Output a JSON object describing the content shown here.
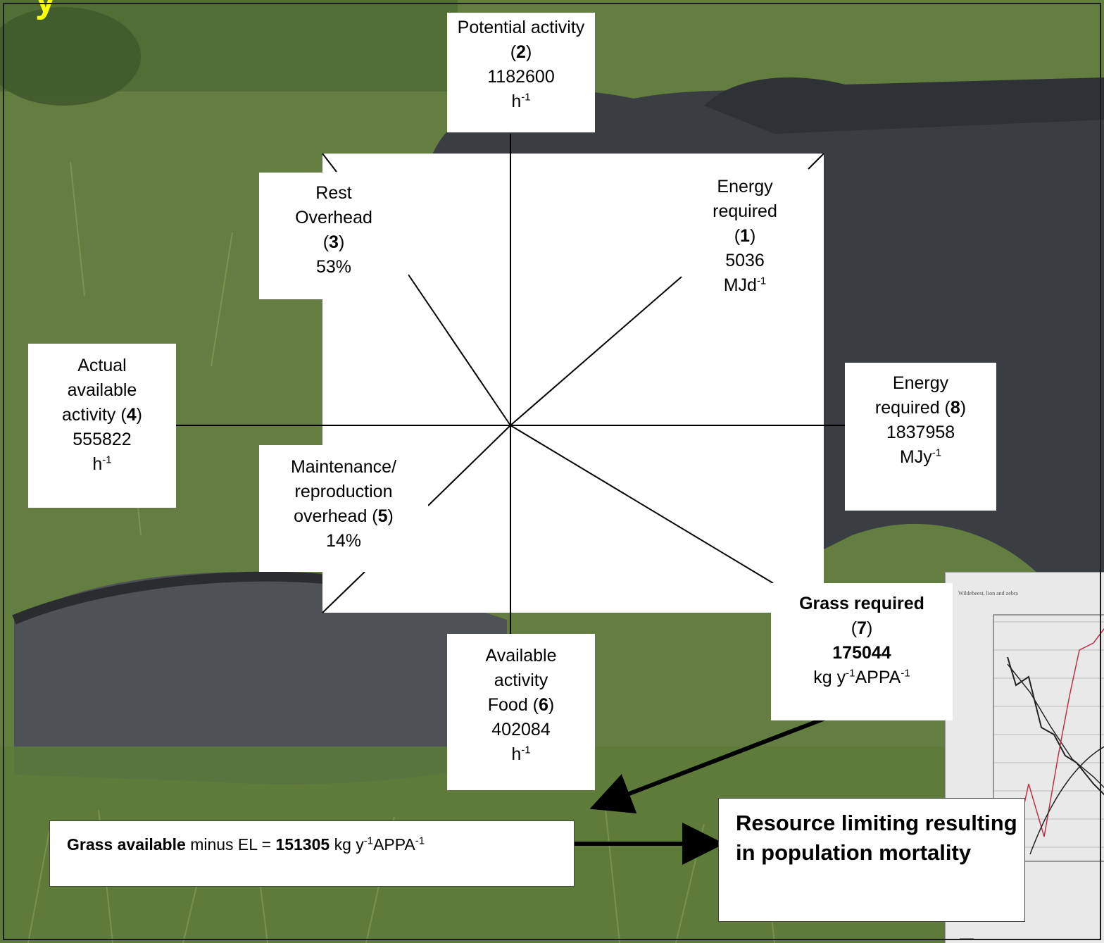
{
  "title_fragment": "y",
  "boxes": {
    "potential_activity": {
      "label": "Potential activity",
      "num": "2",
      "value": "1182600",
      "unit": "h",
      "exp": "-1"
    },
    "rest_overhead": {
      "label1": "Rest",
      "label2": "Overhead",
      "num": "3",
      "value": "53%"
    },
    "energy_required_1": {
      "label1": "Energy",
      "label2": "required",
      "num": "1",
      "value": "5036",
      "unit": "MJd",
      "exp": "-1"
    },
    "actual_available": {
      "label1": "Actual",
      "label2": "available",
      "label3": "activity",
      "num": "4",
      "value": "555822",
      "unit": "h",
      "exp": "-1"
    },
    "energy_required_8": {
      "label1": "Energy",
      "label2": "required",
      "num": "8",
      "value": "1837958",
      "unit": "MJy",
      "exp": "-1"
    },
    "maintenance": {
      "label1": "Maintenance/",
      "label2": "reproduction",
      "label3": "overhead",
      "num": "5",
      "value": "14%"
    },
    "available_food": {
      "label1": "Available",
      "label2": "activity",
      "label3": "Food",
      "num": "6",
      "value": "402084",
      "unit": "h",
      "exp": "-1"
    },
    "grass_required": {
      "label": "Grass required",
      "num": "7",
      "value": "175044",
      "unit_a": "kg y",
      "exp_a": "-1",
      "unit_b": "APPA",
      "exp_b": "-1"
    },
    "grass_available": {
      "label": "Grass available",
      "mid": "minus EL = ",
      "value": "151305",
      "unit_a": "kg y",
      "exp_a": "-1",
      "unit_b": "APPA",
      "exp_b": "-1"
    },
    "resource_limiting": {
      "text": "Resource limiting resulting in population mortality"
    }
  },
  "inset_chart": {
    "title": "Wildebeest, lion and zebra"
  },
  "colors": {
    "title": "#ffff00",
    "arrow": "#000000",
    "panel": "#ffffff",
    "red_series": "#c0304a"
  }
}
